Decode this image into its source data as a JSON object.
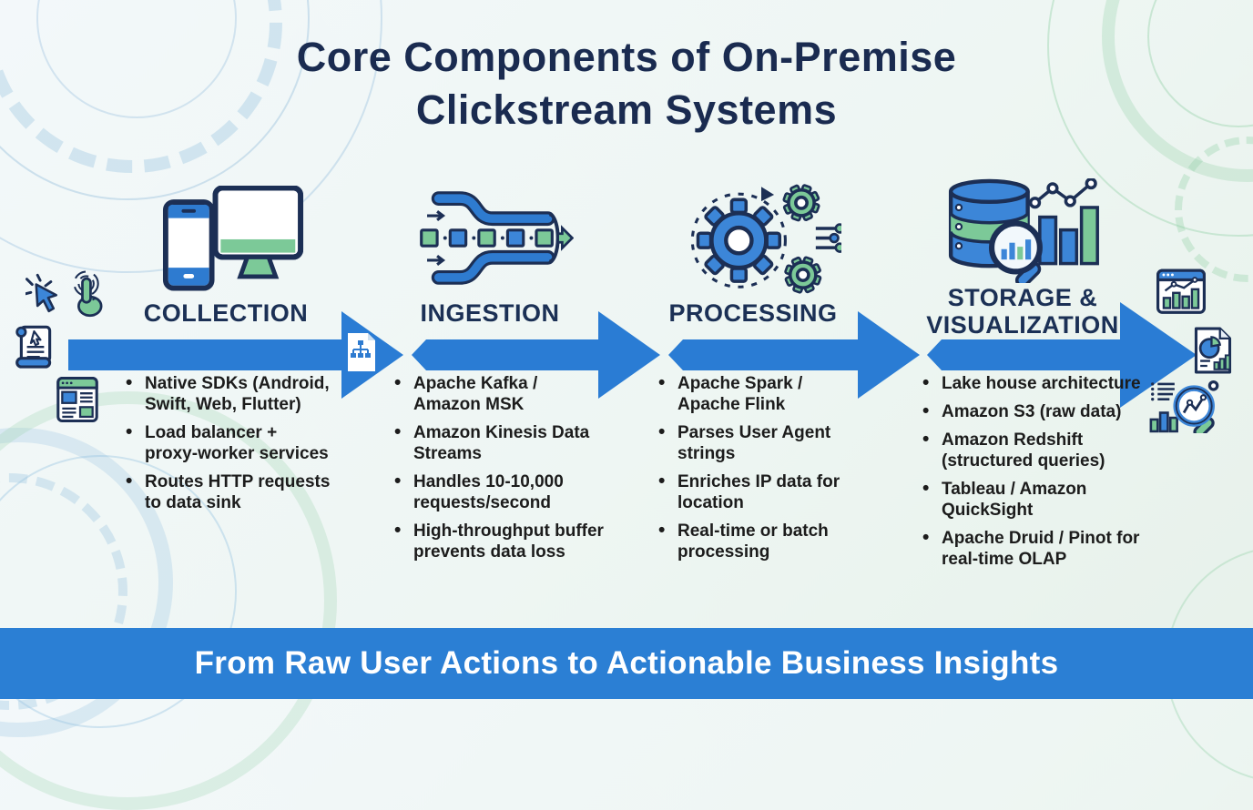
{
  "title": "Core Components of On-Premise\nClickstream Systems",
  "columns": [
    {
      "heading": "COLLECTION",
      "icon": "devices-icon",
      "bullets": [
        "Native SDKs (Android,\nSwift, Web, Flutter)",
        "Load balancer +\nproxy-worker services",
        "Routes HTTP requests\nto data sink"
      ]
    },
    {
      "heading": "INGESTION",
      "icon": "pipeline-funnel-icon",
      "bullets": [
        "Apache Kafka /\nAmazon MSK",
        "Amazon Kinesis Data\nStreams",
        "Handles 10-10,000\nrequests/second",
        "High-throughput buffer\nprevents data loss"
      ]
    },
    {
      "heading": "PROCESSING",
      "icon": "gears-icon",
      "bullets": [
        "Apache Spark /\nApache Flink",
        "Parses User Agent\nstrings",
        "Enriches IP data for\nlocation",
        "Real-time or batch\nprocessing"
      ]
    },
    {
      "heading": "STORAGE & VISUALIZATION",
      "icon": "database-analytics-icon",
      "bullets": [
        "Lake house architecture",
        "Amazon S3 (raw data)",
        "Amazon Redshift\n(structured queries)",
        "Tableau / Amazon\nQuickSight",
        "Apache Druid / Pinot for\nreal-time OLAP"
      ]
    }
  ],
  "footer": {
    "banner": "From Raw User Actions to Actionable Business Insights"
  },
  "side_icons": {
    "left": [
      "cursor-click-icon",
      "tap-hand-icon",
      "scroll-document-icon",
      "browser-page-icon"
    ],
    "right": [
      "analytics-window-icon",
      "report-document-icon",
      "search-chart-icon"
    ]
  },
  "colors": {
    "arrow_blue": "#2a7cd4",
    "footer_blue": "#2b7fd4",
    "navy": "#1b3055",
    "icon_blue": "#3c86d8",
    "icon_green": "#7cc998",
    "text": "#1c1c1c"
  }
}
